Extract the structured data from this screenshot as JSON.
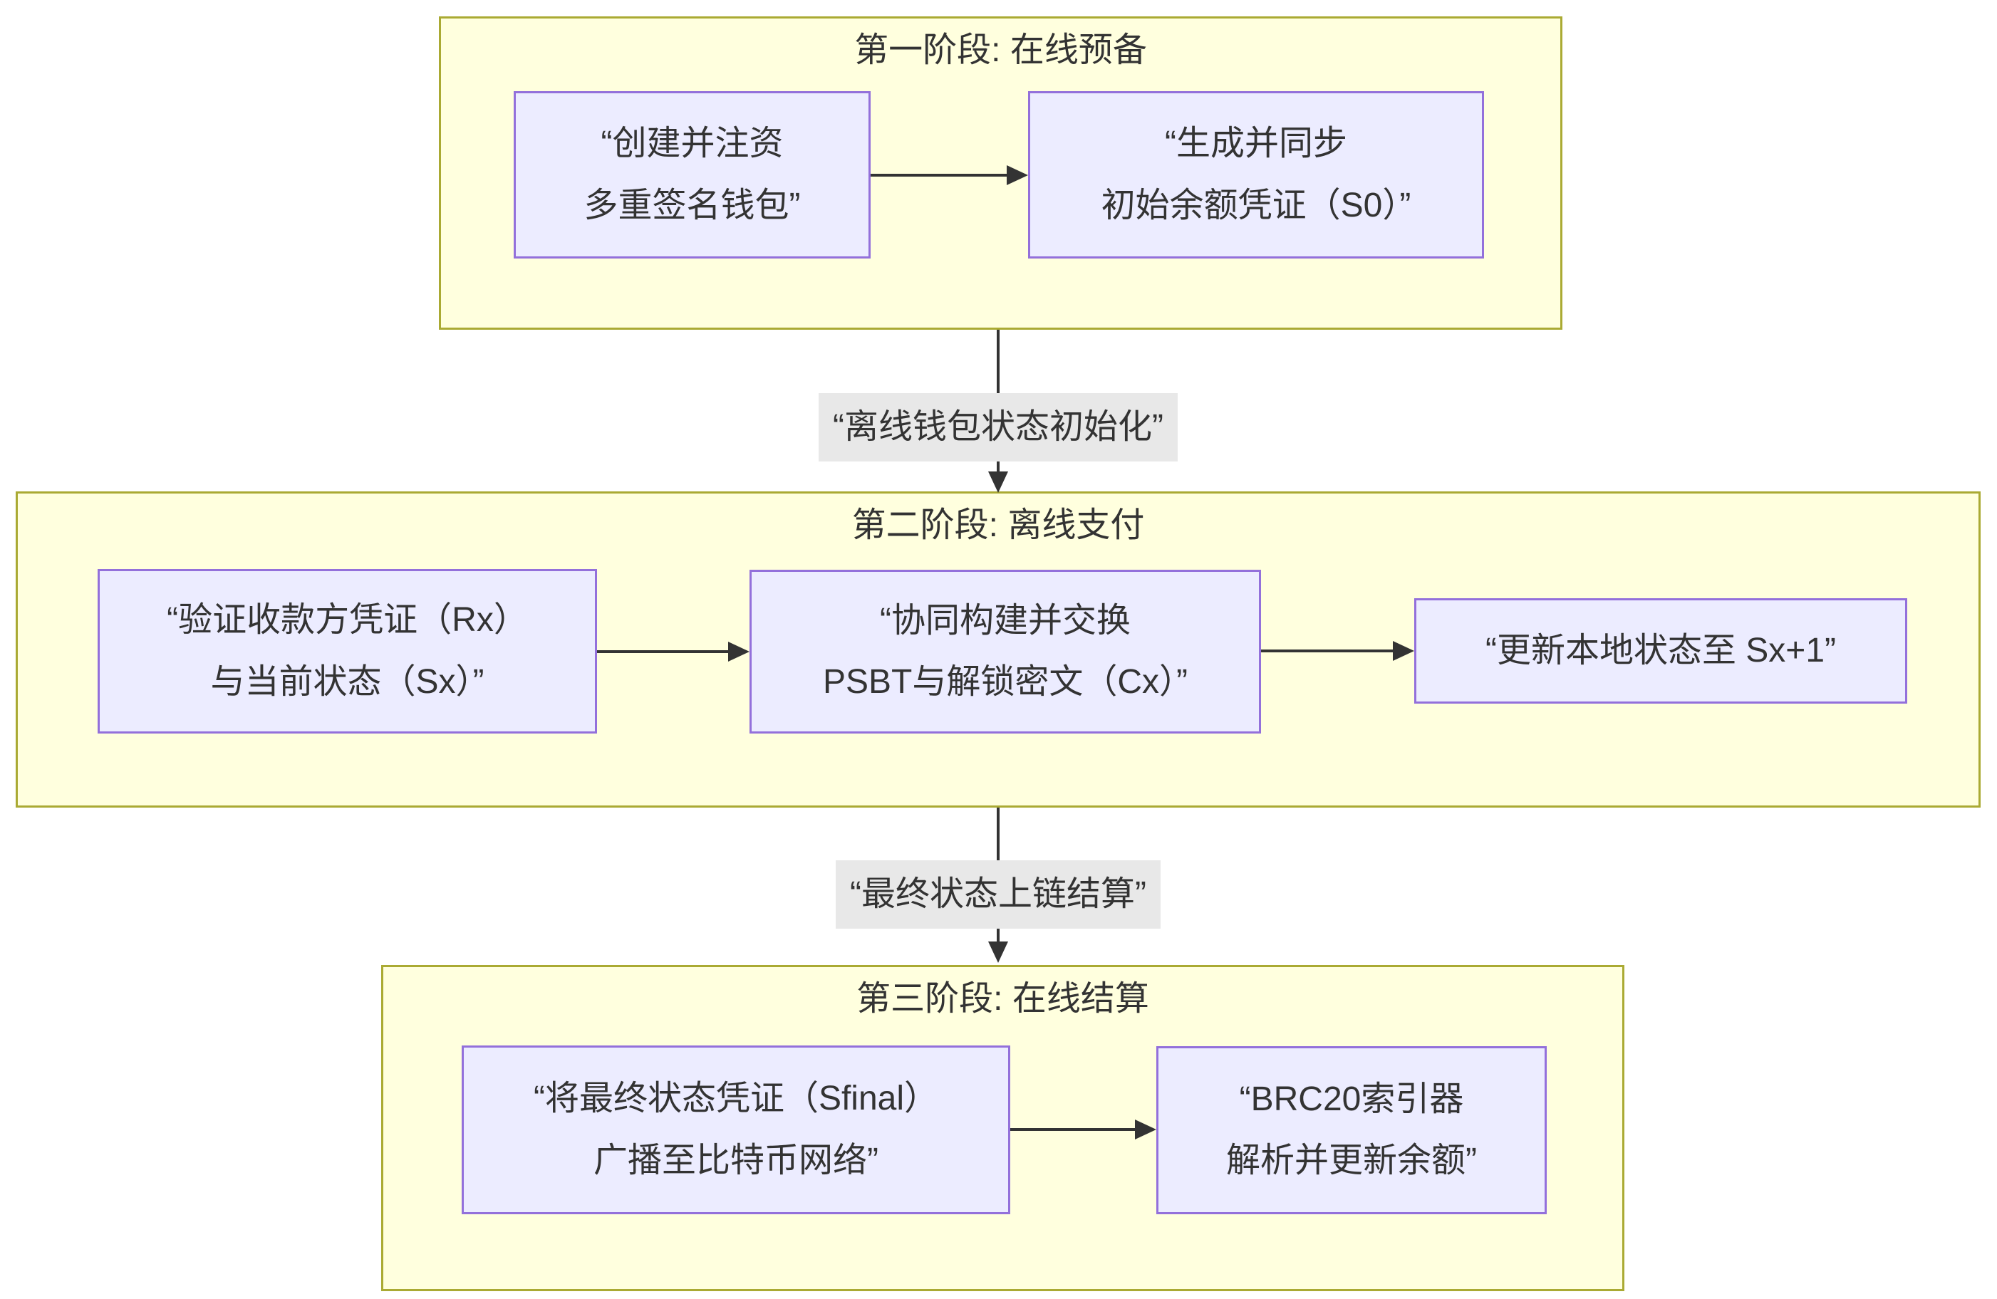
{
  "diagram": {
    "type": "flowchart",
    "phases": [
      {
        "title": "第一阶段: 在线预备",
        "nodes": [
          {
            "id": "A",
            "text": "“创建并注资\n多重签名钱包”"
          },
          {
            "id": "B",
            "text": "“生成并同步\n初始余额凭证（S0）”"
          }
        ]
      },
      {
        "title": "第二阶段: 离线支付",
        "nodes": [
          {
            "id": "C",
            "text": "“验证收款方凭证（Rx）\n与当前状态（Sx）”"
          },
          {
            "id": "D",
            "text": "“协同构建并交换\nPSBT与解锁密文（Cx）”"
          },
          {
            "id": "E",
            "text": "“更新本地状态至 Sx+1”"
          }
        ]
      },
      {
        "title": "第三阶段: 在线结算",
        "nodes": [
          {
            "id": "F",
            "text": "“将最终状态凭证（Sfinal）\n广播至比特币网络”"
          },
          {
            "id": "G",
            "text": "“BRC20索引器\n解析并更新余额”"
          }
        ]
      }
    ],
    "edge_labels": [
      "“离线钱包状态初始化”",
      "“最终状态上链结算”"
    ],
    "colors": {
      "cluster_bg": "#ffffde",
      "cluster_border": "#aaaa33",
      "node_bg": "#ECECFF",
      "node_border": "#9370DB",
      "text": "#333333",
      "arrow": "#333333",
      "edge_label_bg": "#e8e8e8"
    }
  }
}
